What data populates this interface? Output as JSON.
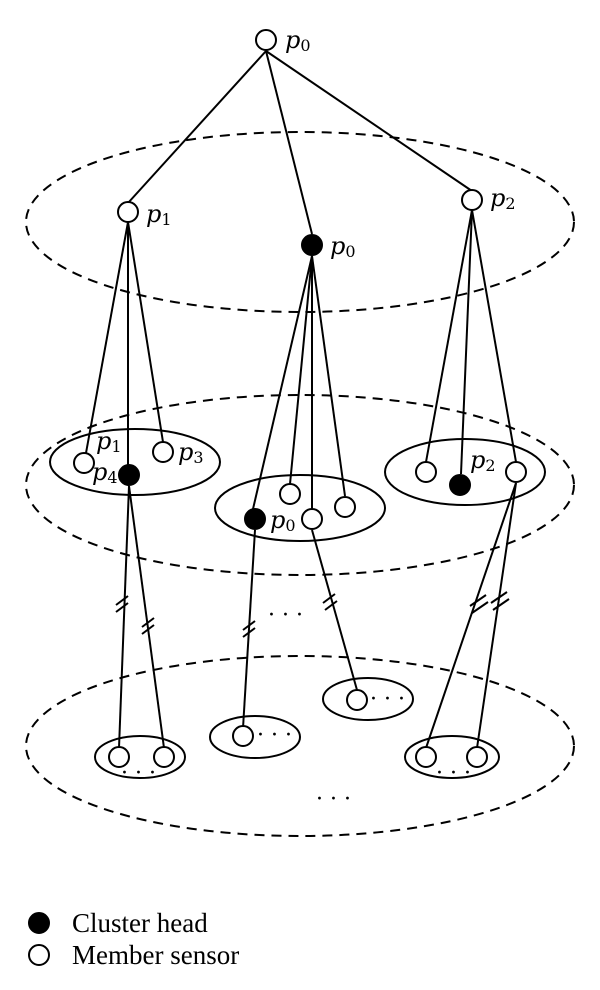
{
  "nodes": {
    "root": {
      "letter": "p",
      "sub": "0"
    },
    "l1_left": {
      "letter": "p",
      "sub": "1"
    },
    "l1_mid": {
      "letter": "p",
      "sub": "0"
    },
    "l1_right": {
      "letter": "p",
      "sub": "2"
    },
    "l2_left_p1": {
      "letter": "p",
      "sub": "1"
    },
    "l2_left_p3": {
      "letter": "p",
      "sub": "3"
    },
    "l2_left_p4": {
      "letter": "p",
      "sub": "4"
    },
    "l2_mid_p0": {
      "letter": "p",
      "sub": "0"
    },
    "l2_right_p2": {
      "letter": "p",
      "sub": "2"
    }
  },
  "ellipsis": "· · ·",
  "legend": {
    "cluster_head": "Cluster head",
    "member_sensor": "Member sensor"
  }
}
